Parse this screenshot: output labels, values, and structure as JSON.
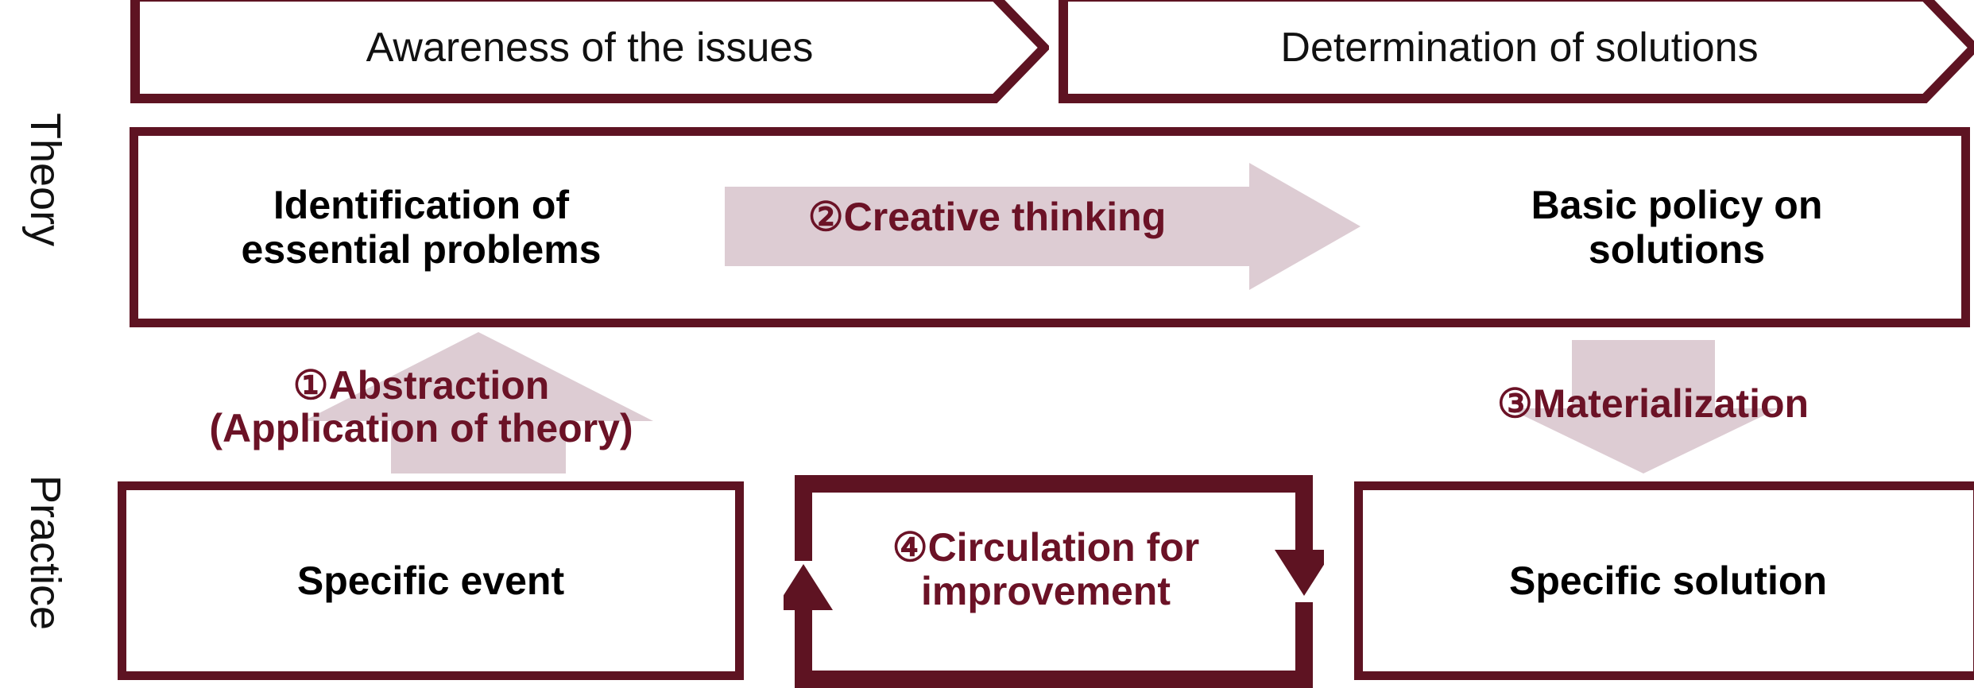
{
  "diagram": {
    "title_not_shown": "",
    "colors": {
      "accent_dark_red": "#5E1322",
      "caption_red": "#6B1226",
      "pale_pink": "#DDCCD3",
      "text_black": "#000000",
      "background": "#FFFFFF"
    },
    "row_labels": [
      {
        "id": "theory",
        "text": "Theory"
      },
      {
        "id": "practice",
        "text": "Practice"
      }
    ],
    "phase_banners": [
      {
        "id": "awareness",
        "label": "Awareness of the issues"
      },
      {
        "id": "determination",
        "label": "Determination of solutions"
      }
    ],
    "theory_boxes": [
      {
        "id": "essential-problems",
        "label": "Identification of\nessential problems"
      },
      {
        "id": "basic-policy",
        "label": "Basic policy on\nsolutions"
      }
    ],
    "practice_boxes": [
      {
        "id": "specific-event",
        "label": "Specific event"
      },
      {
        "id": "specific-solution",
        "label": "Specific solution"
      }
    ],
    "steps": [
      {
        "id": "abstraction",
        "number": "①",
        "label": "①Abstraction\n(Application of theory)",
        "direction": "up",
        "arrow_name": "up-arrow"
      },
      {
        "id": "creative",
        "number": "②",
        "label": "②Creative thinking",
        "direction": "right",
        "arrow_name": "right-arrow"
      },
      {
        "id": "materialization",
        "number": "③",
        "label": "③Materialization",
        "direction": "down",
        "arrow_name": "down-arrow"
      },
      {
        "id": "circulation",
        "number": "④",
        "label": "④Circulation for\nimprovement",
        "direction": "loop",
        "arrow_name": "loop-arrow"
      }
    ]
  }
}
